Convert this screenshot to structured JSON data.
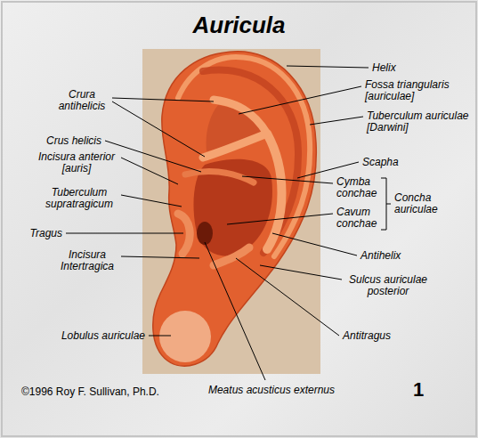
{
  "diagram": {
    "title": "Auricula",
    "labels": [
      "Crura antihelicis",
      "Helix",
      "Fossa triangularis [auriculae]",
      "Tuberculum auriculae [Darwini]",
      "Crus helicis",
      "Incisura anterior [auris]",
      "Scapha",
      "Cymba conchae",
      "Concha auriculae",
      "Tuberculum supratragicum",
      "Cavum conchae",
      "Tragus",
      "Antihelix",
      "Incisura Intertragica",
      "Sulcus auriculae posterior",
      "Lobulus auriculae",
      "Antitragus",
      "©1996 Roy F. Sullivan, Ph.D.",
      "Meatus acusticus externus",
      "1"
    ]
  }
}
